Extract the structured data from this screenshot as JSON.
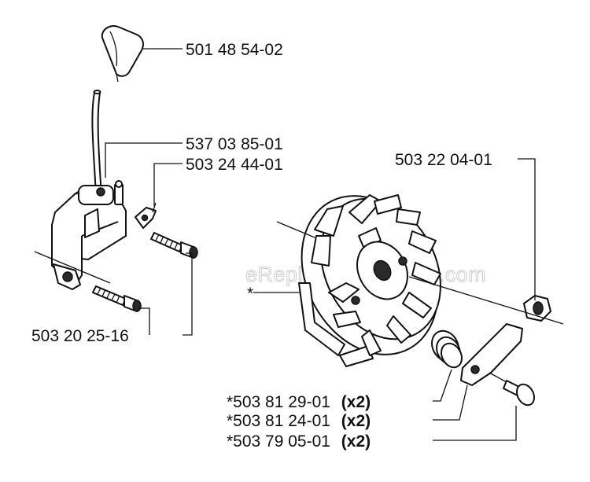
{
  "diagram": {
    "watermark": "eReplacementParts.com",
    "labels": {
      "spark_plug_boot": "501 48 54-02",
      "ignition_module": "537 03 85-01",
      "short_circuit_cable": "503 24 44-01",
      "module_screws": "503 20 25-16",
      "flywheel_nut": "503 22 04-01",
      "flywheel": "*",
      "spring": "*503 81 29-01",
      "pawl": "*503 81 24-01",
      "pawl_pin": "*503 79 05-01"
    },
    "quantities": {
      "spring": "(x2)",
      "pawl": "(x2)",
      "pawl_pin": "(x2)"
    }
  }
}
